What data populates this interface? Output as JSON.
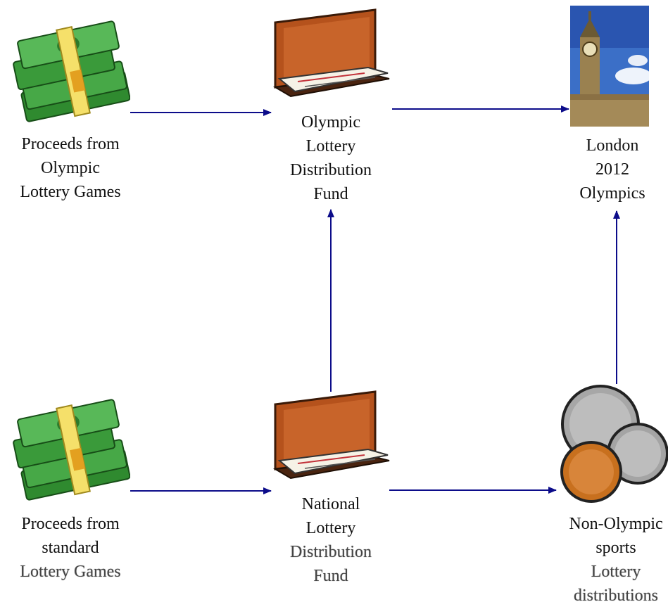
{
  "nodes": {
    "olympic_proceeds": {
      "lines": [
        "Proceeds from",
        "Olympic",
        "Lottery Games"
      ]
    },
    "olympic_fund": {
      "lines": [
        "Olympic",
        "Lottery",
        "Distribution",
        "Fund"
      ]
    },
    "london": {
      "lines": [
        "London",
        "2012",
        "Olympics"
      ]
    },
    "standard_proceeds": {
      "lines": [
        "Proceeds from",
        "standard",
        "Lottery Games"
      ]
    },
    "national_fund": {
      "lines": [
        "National",
        "Lottery",
        "Distribution",
        "Fund"
      ]
    },
    "non_olympic": {
      "lines": [
        "Non-Olympic",
        "sports",
        "Lottery",
        "distributions"
      ]
    }
  },
  "icons": {
    "olympic_proceeds": "money-stack-icon",
    "olympic_fund": "checkbook-icon",
    "london": "big-ben-photo",
    "standard_proceeds": "money-stack-icon",
    "national_fund": "checkbook-icon",
    "non_olympic": "coins-icon"
  },
  "colors": {
    "arrow": "#0c0c8a",
    "money": "#3a9a3a",
    "band": "#f5e06a",
    "book": "#b5521c"
  }
}
